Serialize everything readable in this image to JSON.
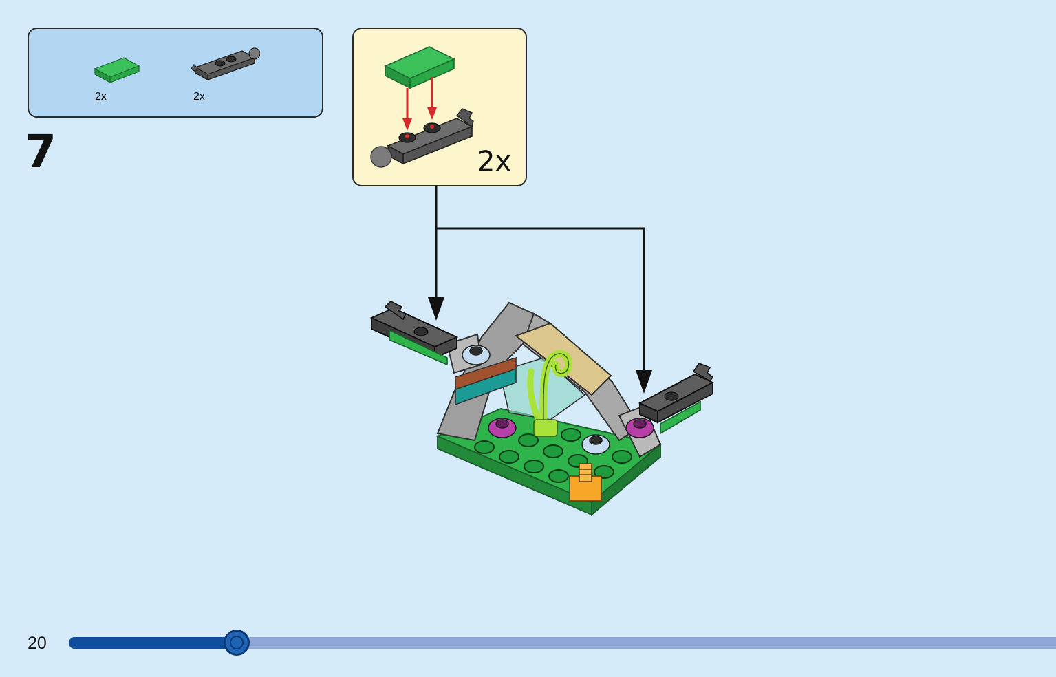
{
  "step": {
    "number": "7"
  },
  "parts_list": [
    {
      "icon": "green-tile-icon",
      "quantity": "2x"
    },
    {
      "icon": "dark-gray-clip-plate-icon",
      "quantity": "2x"
    }
  ],
  "sub_assembly": {
    "quantity": "2x"
  },
  "page": {
    "number": "20"
  },
  "progress": {
    "fraction": 0.17
  },
  "colors": {
    "background": "#d6ebfa",
    "parts_box": "#b3d6f2",
    "sub_box": "#fdf5cc",
    "brick_green": "#2fb44c",
    "dark_gray": "#5b5b5b",
    "progress_fill": "#0f4e9c",
    "progress_track": "#8ea8d8",
    "arrow_red": "#d42a2a"
  }
}
